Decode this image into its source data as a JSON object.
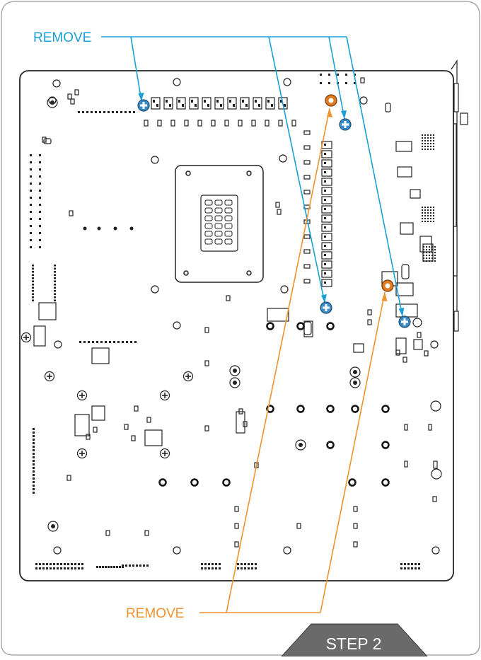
{
  "labels": {
    "remove_top": "REMOVE",
    "remove_bottom": "REMOVE",
    "step": "STEP 2"
  },
  "colors": {
    "blue": "#1aa0d8",
    "orange": "#f0922e",
    "board_outline": "#222222",
    "step_tab": "#6a6a6a",
    "screw_blue": "#3a8ec8",
    "standoff_orange": "#e07a20"
  },
  "icons": {
    "blue_screw": "phillips-screw-icon",
    "orange_standoff": "standoff-icon"
  }
}
